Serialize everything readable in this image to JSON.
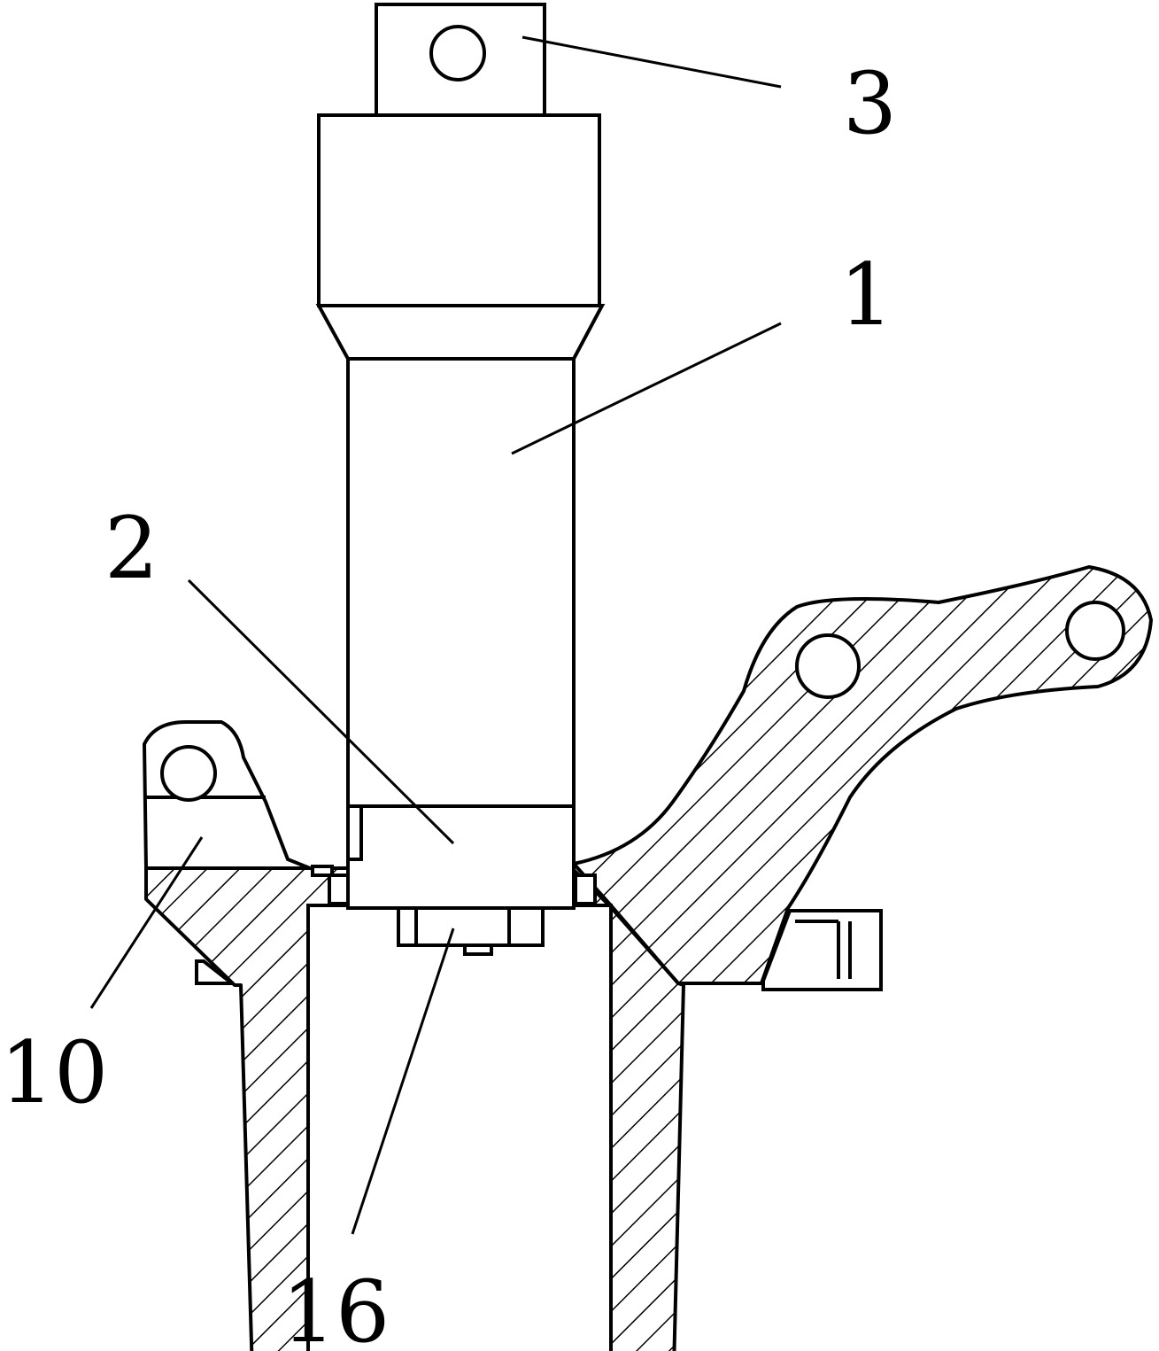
{
  "labels": {
    "part_1": "1",
    "part_2": "2",
    "part_3": "3",
    "part_10": "10",
    "part_16": "16"
  },
  "colors": {
    "line": "#000000",
    "background": "#ffffff"
  }
}
